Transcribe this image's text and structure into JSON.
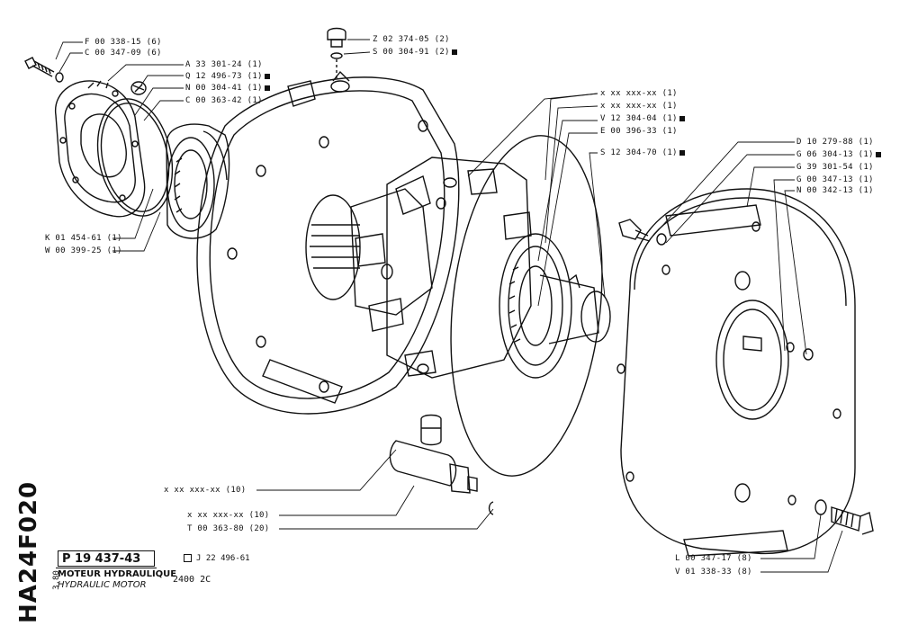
{
  "document": {
    "code": "HA24F020",
    "date": "3.80",
    "reference": "P 19 437-43",
    "related_ref": "J 22 496-61",
    "title_fr": "MOTEUR HYDRAULIQUE",
    "title_en": "HYDRAULIC MOTOR",
    "model": "2400 2C"
  },
  "callouts": {
    "f00338": "F 00 338-15 (6)",
    "c00347_09": "C 00 347-09 (6)",
    "a33301": "A 33 301-24 (1)",
    "q12496": "Q 12 496-73 (1)",
    "n00304": "N 00 304-41 (1)",
    "c00363": "C 00 363-42 (1)",
    "k01454": "K 01 454-61 (1)",
    "w00399": "W 00 399-25 (1)",
    "z02374": "Z 02 374-05 (2)",
    "s00304": "S 00 304-91 (2)",
    "xx1": "x xx xxx-xx (1)",
    "xx2": "x xx xxx-xx (1)",
    "v12304": "V 12 304-04 (1)",
    "e00396": "E 00 396-33 (1)",
    "s12304": "S 12 304-70 (1)",
    "d10279": "D 10 279-88 (1)",
    "g06304": "G 06 304-13 (1)",
    "g39301": "G 39 301-54 (1)",
    "g00347": "G 00 347-13 (1)",
    "n00342": "N 00 342-13 (1)",
    "xx10a": "x xx xxx-xx (10)",
    "xx10b": "x xx xxx-xx (10)",
    "t00363": "T 00 363-80 (20)",
    "l00347": "L 00 347-17 (8)",
    "v01338": "V 01 338-33 (8)"
  }
}
